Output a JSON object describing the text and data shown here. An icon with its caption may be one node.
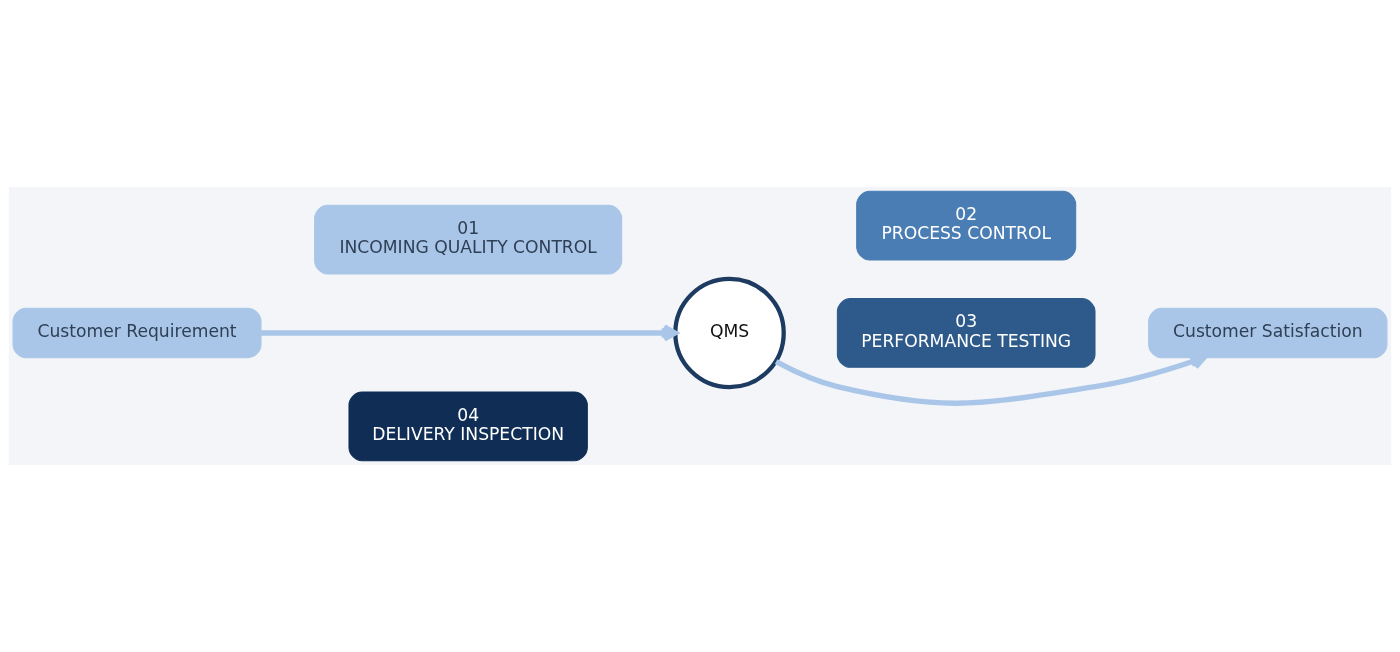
{
  "diagram": {
    "nodes": [
      {
        "text": [
          "Customer Requirement"
        ]
      },
      {
        "text": [
          "01",
          "INCOMING QUALITY CONTROL"
        ]
      },
      {
        "text": [
          "02",
          "PROCESS CONTROL"
        ]
      },
      {
        "text": [
          "QMS"
        ]
      },
      {
        "text": [
          "04",
          "DELIVERY INSPECTION"
        ]
      },
      {
        "text": [
          "03",
          "PERFORMANCE TESTING"
        ]
      },
      {
        "text": [
          "Customer Satisfaction"
        ]
      }
    ],
    "edges": [
      {
        "from": 0,
        "to": 3,
        "arrow": "to"
      },
      {
        "from": 3,
        "to": 6,
        "arrow": "to"
      }
    ]
  }
}
